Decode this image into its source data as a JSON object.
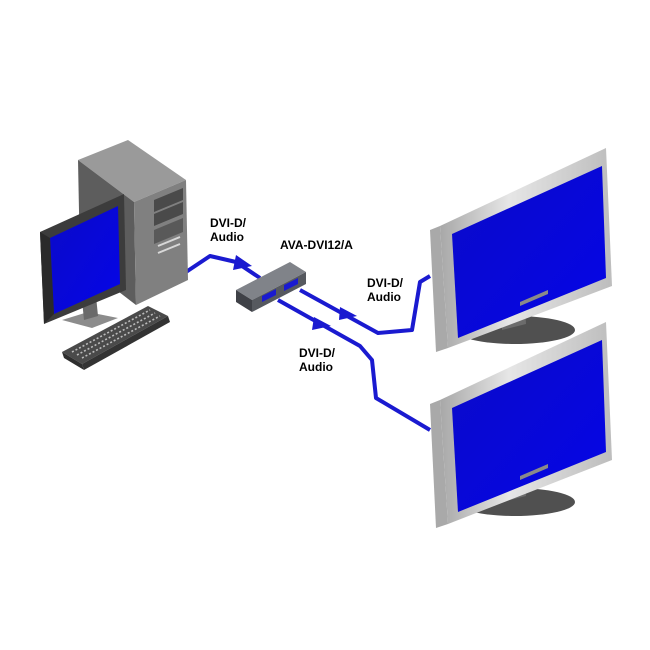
{
  "labels": {
    "source_cable_line1": "DVI-D/",
    "source_cable_line2": "Audio",
    "splitter_model": "AVA-DVI12/A",
    "output_a_line1": "DVI-D/",
    "output_a_line2": "Audio",
    "output_b_line1": "DVI-D/",
    "output_b_line2": "Audio"
  },
  "colors": {
    "cable": "#1a1ad0",
    "screen": "#0a0ad8",
    "bezel": "#c9c9c9",
    "tower": "#6f6f6f",
    "splitter": "#5c5f66"
  }
}
